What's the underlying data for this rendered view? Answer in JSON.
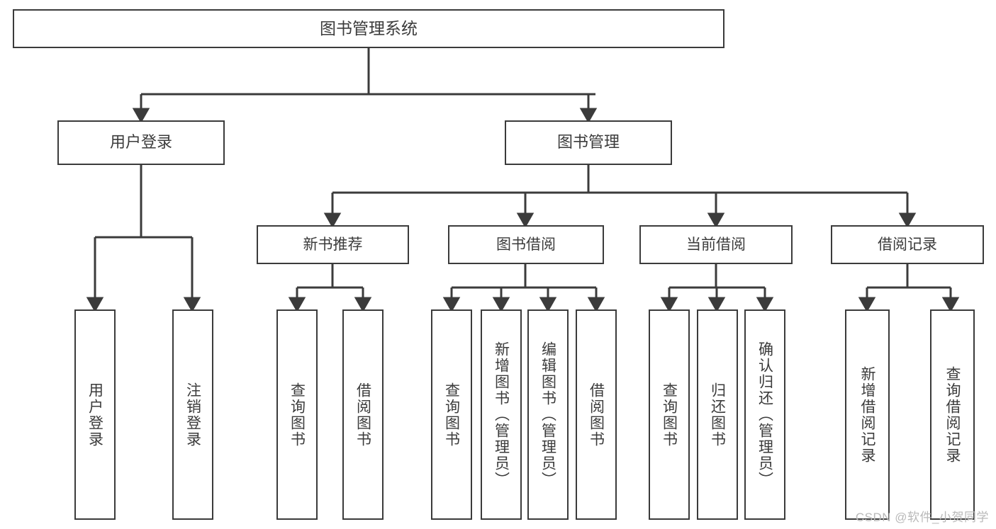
{
  "diagram": {
    "type": "tree",
    "title": "图书管理系统",
    "orientation": "top-down",
    "edge_style": "orthogonal-arrow",
    "colors": {
      "stroke": "#3b3b3b",
      "fill": "#ffffff",
      "text": "#3b3b3b",
      "watermark": "#b9b9b9"
    },
    "nodes": {
      "root": {
        "label": "图书管理系统",
        "level": 0
      },
      "level1": [
        {
          "id": "user-login",
          "label": "用户登录"
        },
        {
          "id": "book-manage",
          "label": "图书管理"
        }
      ],
      "level2": [
        {
          "id": "new-book-recommend",
          "label": "新书推荐",
          "parent": "book-manage"
        },
        {
          "id": "book-borrow",
          "label": "图书借阅",
          "parent": "book-manage"
        },
        {
          "id": "current-borrow",
          "label": "当前借阅",
          "parent": "book-manage"
        },
        {
          "id": "borrow-record",
          "label": "借阅记录",
          "parent": "book-manage"
        }
      ],
      "leaves": [
        {
          "id": "leaf-user-login",
          "label": "用户登录",
          "parent": "user-login"
        },
        {
          "id": "leaf-logout-login",
          "label": "注销登录",
          "parent": "user-login"
        },
        {
          "id": "leaf-query-book-1",
          "label": "查询图书",
          "parent": "new-book-recommend"
        },
        {
          "id": "leaf-borrow-book-1",
          "label": "借阅图书",
          "parent": "new-book-recommend"
        },
        {
          "id": "leaf-query-book-2",
          "label": "查询图书",
          "parent": "book-borrow"
        },
        {
          "id": "leaf-add-book",
          "label": "新增图书（管理员）",
          "parent": "book-borrow"
        },
        {
          "id": "leaf-edit-book",
          "label": "编辑图书（管理员）",
          "parent": "book-borrow"
        },
        {
          "id": "leaf-borrow-book-2",
          "label": "借阅图书",
          "parent": "book-borrow"
        },
        {
          "id": "leaf-query-book-3",
          "label": "查询图书",
          "parent": "current-borrow"
        },
        {
          "id": "leaf-return-book",
          "label": "归还图书",
          "parent": "current-borrow"
        },
        {
          "id": "leaf-confirm-return",
          "label": "确认归还（管理员）",
          "parent": "current-borrow"
        },
        {
          "id": "leaf-add-record",
          "label": "新增借阅记录",
          "parent": "borrow-record"
        },
        {
          "id": "leaf-query-record",
          "label": "查询借阅记录",
          "parent": "borrow-record"
        }
      ]
    },
    "watermark": "CSDN @软件_小贺同学"
  }
}
